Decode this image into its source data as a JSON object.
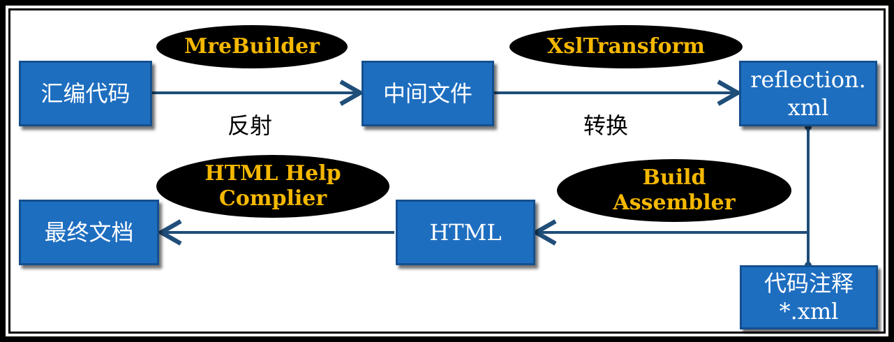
{
  "nodes": {
    "assembly": "汇编代码",
    "intermediate": "中间文件",
    "reflection": [
      "reflection.",
      "xml"
    ],
    "comments": [
      "代码注释",
      "*.xml"
    ],
    "html": "HTML",
    "final_doc": "最终文档"
  },
  "tools": {
    "mrebuilder": "MreBuilder",
    "xsltransform": "XslTransform",
    "build_assembler": [
      "Build",
      "Assembler"
    ],
    "html_help_compiler": [
      "HTML Help",
      "Complier"
    ]
  },
  "edge_labels": {
    "reflect": "反射",
    "transform": "转换"
  },
  "colors": {
    "box_fill": "#1E6EC0",
    "arrow": "#1F4E79",
    "tool_fill": "#000000",
    "tool_text": "#F5B800"
  }
}
